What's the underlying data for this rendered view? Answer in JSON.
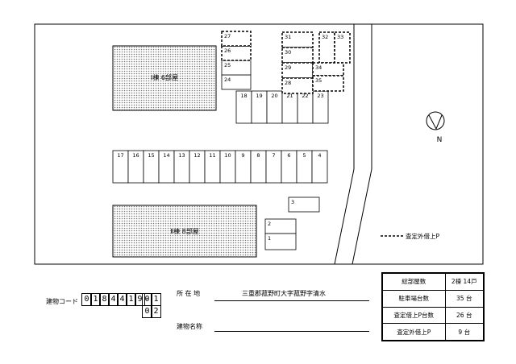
{
  "buildings": [
    {
      "id": "b1",
      "label": "Ⅰ棟 6部屋"
    },
    {
      "id": "b2",
      "label": "Ⅱ棟 8部屋"
    }
  ],
  "parking_upper_cells": [
    "18",
    "19",
    "20",
    "21",
    "22",
    "23"
  ],
  "parking_left_col": [
    "24",
    "25",
    "26",
    "27"
  ],
  "parking_middle_row": [
    "17",
    "16",
    "15",
    "14",
    "13",
    "12",
    "11",
    "10",
    "9",
    "8",
    "7",
    "6",
    "5",
    "4"
  ],
  "parking_misc": [
    "3",
    "2",
    "1"
  ],
  "parking_external_left": [
    "31",
    "30",
    "29",
    "28"
  ],
  "parking_external_right": [
    "32",
    "33",
    "34",
    "35"
  ],
  "compass": {
    "letter": "N"
  },
  "legend": {
    "label": "査定外借上P"
  },
  "bottom": {
    "code_label": "建物コード",
    "code_digits": [
      "0",
      "1",
      "8",
      "4",
      "4",
      "1",
      "9"
    ],
    "code_dash": "-",
    "code_suffix_top": [
      "0",
      "1"
    ],
    "code_suffix_bottom": [
      "0",
      "2"
    ],
    "address_label": "所 在 地",
    "address_value": "三重郡菰野町大字菰野字清水",
    "name_label": "建物名称",
    "name_value": ""
  },
  "summary": [
    {
      "label": "総部屋数",
      "value": "2棟 14戸"
    },
    {
      "label": "駐車場台数",
      "value": "35 台"
    },
    {
      "label": "査定借上P台数",
      "value": "26 台"
    },
    {
      "label": "査定外借上P",
      "value": "9 台"
    }
  ]
}
